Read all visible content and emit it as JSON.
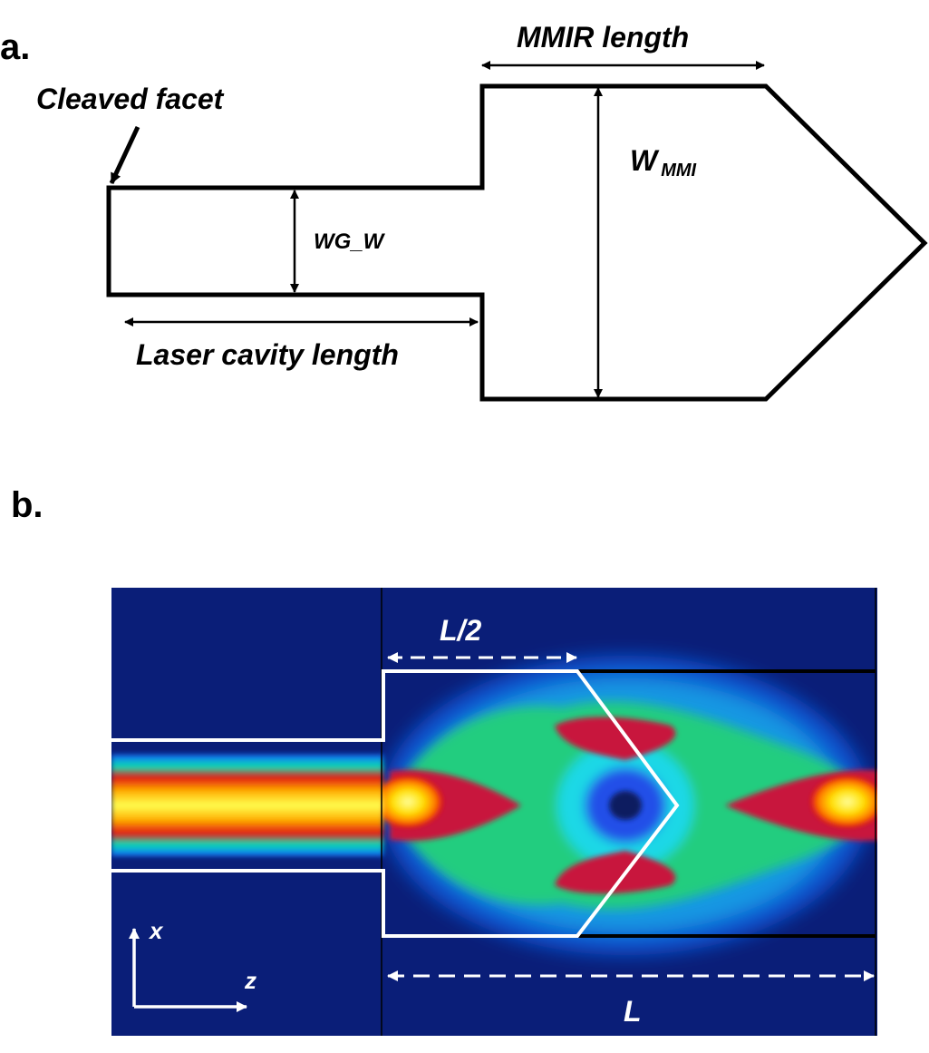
{
  "panels": {
    "a": {
      "label": "a."
    },
    "b": {
      "label": "b."
    }
  },
  "diagram_a": {
    "cleaved_facet": "Cleaved facet",
    "mmir_length": "MMIR length",
    "w_mmi_main": "W",
    "w_mmi_sub": "MMI",
    "wg_w": "WG_W",
    "laser_cavity_length": "Laser cavity length"
  },
  "diagram_b": {
    "half_length": "L/2",
    "full_length": "L",
    "axis_x": "x",
    "axis_z": "z"
  },
  "colors": {
    "background_field": "#0a1e78",
    "outline_white": "#ffffff",
    "outline_black": "#000000"
  }
}
